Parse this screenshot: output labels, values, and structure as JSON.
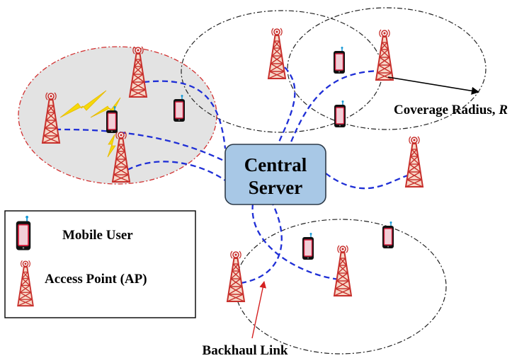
{
  "server": {
    "line1": "Central",
    "line2": "Server"
  },
  "labels": {
    "coverage_radius": "Coverage Radius, ",
    "radius_symbol": "R",
    "backhaul_link": "Backhaul Link"
  },
  "legend": {
    "mobile_user": "Mobile User",
    "access_point": "Access Point (AP)"
  },
  "colors": {
    "backhaul": "#1f2fd6",
    "server_fill": "#a8c8e6",
    "shaded_cluster": "#e3e3e3",
    "cluster_outline_red": "#d23030",
    "tower": "#c8302c",
    "lightning": "#f5d90a",
    "arrow_red": "#d42020"
  },
  "icons": [
    "access-point-tower-icon",
    "mobile-phone-icon",
    "lightning-icon"
  ]
}
